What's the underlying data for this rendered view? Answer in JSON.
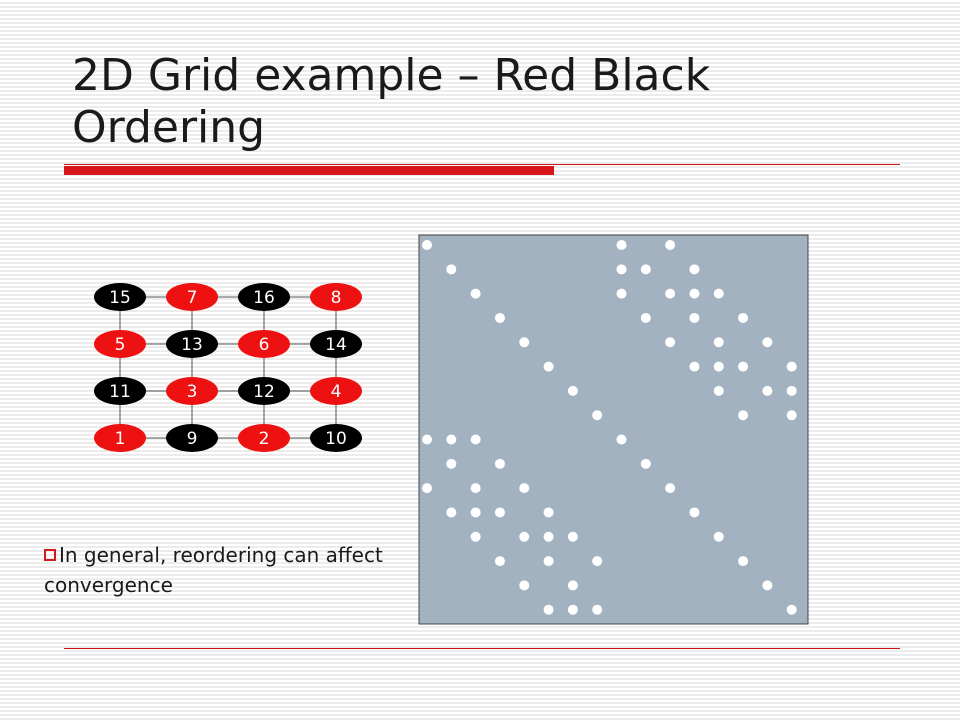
{
  "slide": {
    "title": "2D Grid example – Red Black Ordering",
    "bullet": "In general, reordering can affect convergence"
  },
  "colors": {
    "red_node": "#ee1111",
    "black_node": "#000000",
    "rule_red": "#d9151c",
    "matrix_fill": "#a2b2c1",
    "matrix_dot": "#ffffff"
  },
  "grid": {
    "rows": [
      [
        {
          "label": "15",
          "color": "black"
        },
        {
          "label": "7",
          "color": "red"
        },
        {
          "label": "16",
          "color": "black"
        },
        {
          "label": "8",
          "color": "red"
        }
      ],
      [
        {
          "label": "5",
          "color": "red"
        },
        {
          "label": "13",
          "color": "black"
        },
        {
          "label": "6",
          "color": "red"
        },
        {
          "label": "14",
          "color": "black"
        }
      ],
      [
        {
          "label": "11",
          "color": "black"
        },
        {
          "label": "3",
          "color": "red"
        },
        {
          "label": "12",
          "color": "black"
        },
        {
          "label": "4",
          "color": "red"
        }
      ],
      [
        {
          "label": "1",
          "color": "red"
        },
        {
          "label": "9",
          "color": "black"
        },
        {
          "label": "2",
          "color": "red"
        },
        {
          "label": "10",
          "color": "black"
        }
      ]
    ]
  },
  "chart_data": {
    "type": "scatter",
    "description_type": "sparsity-pattern",
    "n": 16,
    "nonzeros": [
      [
        1,
        1
      ],
      [
        1,
        9
      ],
      [
        1,
        11
      ],
      [
        2,
        2
      ],
      [
        2,
        9
      ],
      [
        2,
        10
      ],
      [
        2,
        12
      ],
      [
        3,
        3
      ],
      [
        3,
        9
      ],
      [
        3,
        11
      ],
      [
        3,
        12
      ],
      [
        3,
        13
      ],
      [
        4,
        4
      ],
      [
        4,
        10
      ],
      [
        4,
        12
      ],
      [
        4,
        14
      ],
      [
        5,
        5
      ],
      [
        5,
        11
      ],
      [
        5,
        13
      ],
      [
        5,
        15
      ],
      [
        6,
        6
      ],
      [
        6,
        12
      ],
      [
        6,
        13
      ],
      [
        6,
        14
      ],
      [
        6,
        16
      ],
      [
        7,
        7
      ],
      [
        7,
        13
      ],
      [
        7,
        15
      ],
      [
        7,
        16
      ],
      [
        8,
        8
      ],
      [
        8,
        14
      ],
      [
        8,
        16
      ],
      [
        9,
        1
      ],
      [
        9,
        2
      ],
      [
        9,
        3
      ],
      [
        9,
        9
      ],
      [
        10,
        2
      ],
      [
        10,
        4
      ],
      [
        10,
        10
      ],
      [
        11,
        1
      ],
      [
        11,
        3
      ],
      [
        11,
        5
      ],
      [
        11,
        11
      ],
      [
        12,
        2
      ],
      [
        12,
        3
      ],
      [
        12,
        4
      ],
      [
        12,
        6
      ],
      [
        12,
        12
      ],
      [
        13,
        3
      ],
      [
        13,
        5
      ],
      [
        13,
        6
      ],
      [
        13,
        7
      ],
      [
        13,
        13
      ],
      [
        14,
        4
      ],
      [
        14,
        6
      ],
      [
        14,
        8
      ],
      [
        14,
        14
      ],
      [
        15,
        5
      ],
      [
        15,
        7
      ],
      [
        15,
        15
      ],
      [
        16,
        6
      ],
      [
        16,
        7
      ],
      [
        16,
        8
      ],
      [
        16,
        16
      ]
    ]
  }
}
